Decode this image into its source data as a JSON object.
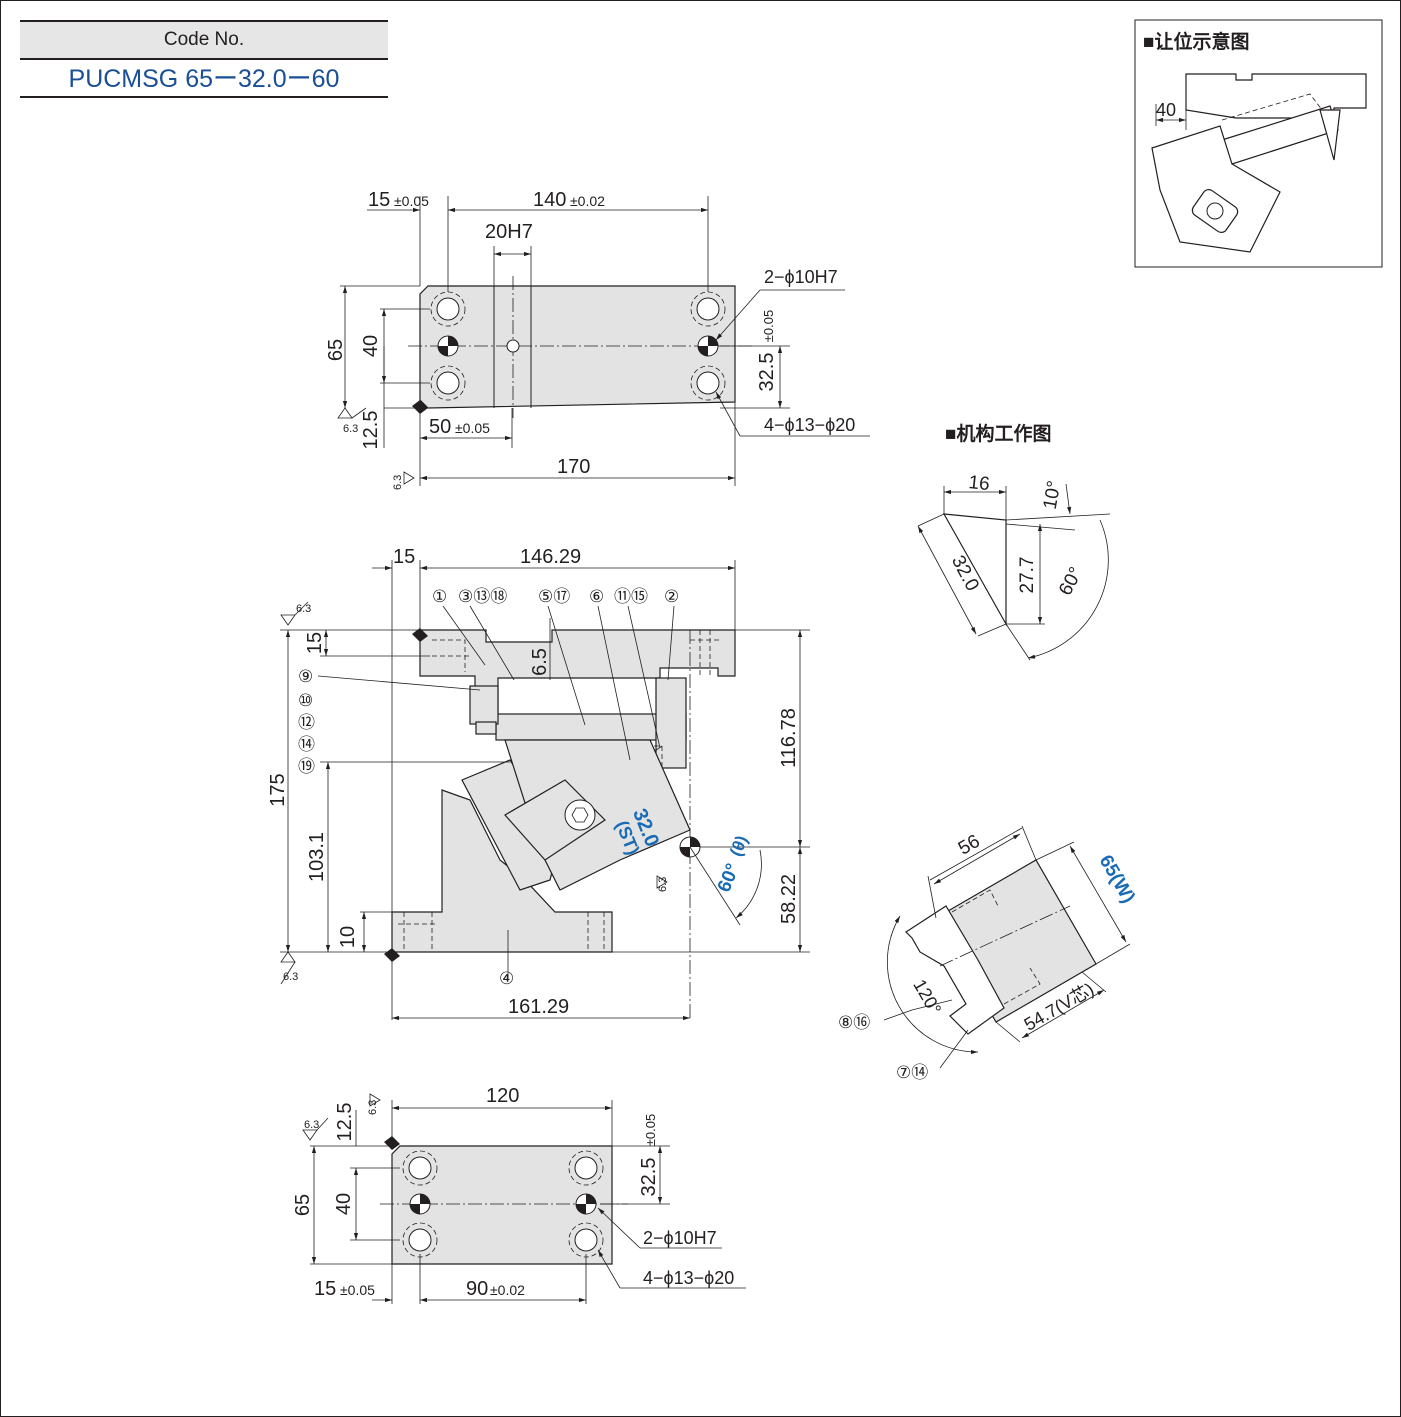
{
  "code_table": {
    "header": "Code No.",
    "value": "PUCMSG 65ー32.0ー60"
  },
  "clearance_title": "■让位示意图",
  "mechanism_title": "■机构工作图",
  "dims": {
    "top": {
      "d15": "15",
      "tol005": "±0.05",
      "d140": "140",
      "tol002": "±0.02",
      "d20h7": "20H7",
      "hole_pin": "2−ϕ10H7",
      "d65": "65",
      "d40": "40",
      "d325": "32.5",
      "d125": "12.5",
      "d50": "50",
      "hole_cb": "4−ϕ13−ϕ20",
      "d170": "170"
    },
    "side": {
      "d15": "15",
      "d14629": "146.29",
      "d15b": "15",
      "d65b": "6.5",
      "d175": "175",
      "d1031": "103.1",
      "d10": "10",
      "d11678": "116.78",
      "d5822": "58.22",
      "d16129": "161.29",
      "st": "32.0",
      "st_label": "(ST)",
      "angle": "60°",
      "theta": "(θ)"
    },
    "bottom": {
      "d120": "120",
      "d125": "12.5",
      "d65": "65",
      "d40": "40",
      "d325": "32.5",
      "tol005": "±0.05",
      "hole_pin": "2−ϕ10H7",
      "hole_cb": "4−ϕ13−ϕ20",
      "d15": "15",
      "d90": "90",
      "tol002": "±0.02"
    },
    "mech": {
      "d16": "16",
      "d10deg": "10°",
      "d320": "32.0",
      "d277": "27.7",
      "d60deg": "60°"
    },
    "view": {
      "d56": "56",
      "w": "65(W)",
      "d120deg": "120°",
      "v": "54.7(V芯)"
    },
    "clear": {
      "d40": "40"
    },
    "roughness": "6.3"
  },
  "part_numbers": {
    "top_row": [
      "①",
      "③⑬⑱",
      "⑤⑰",
      "⑥",
      "⑪⑮",
      "②"
    ],
    "left_col": [
      "⑨",
      "⑩",
      "⑫",
      "⑭",
      "⑲"
    ],
    "bottom": "④",
    "view_a": "⑧⑯",
    "view_b": "⑦⑭"
  }
}
